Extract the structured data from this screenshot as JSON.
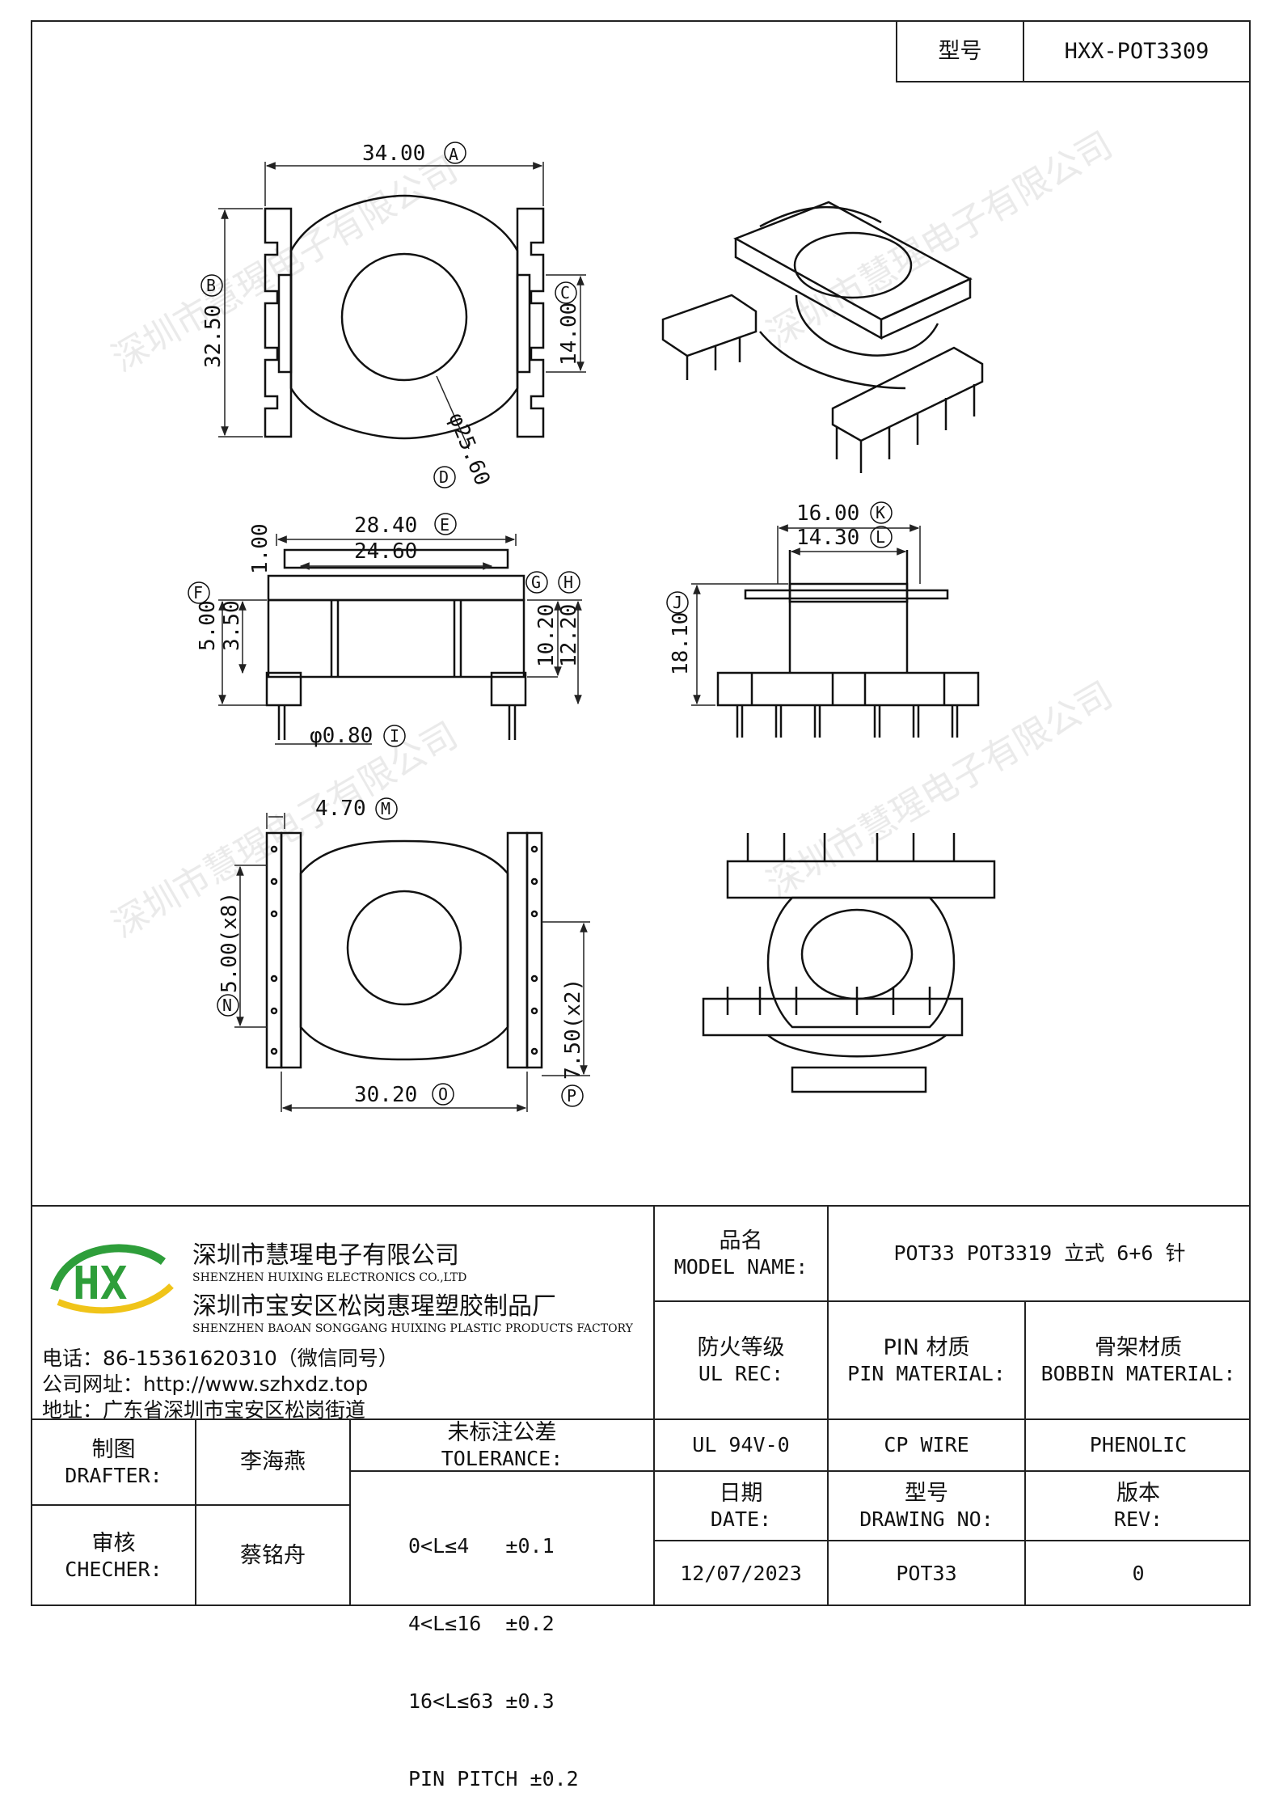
{
  "header": {
    "model_label": "型号",
    "model_value": "HXX-POT3309"
  },
  "watermark": "深圳市慧瑆电子有限公司",
  "dims": {
    "A": "34.00",
    "A_tag": "A",
    "B": "32.50",
    "B_tag": "B",
    "C": "14.00",
    "C_tag": "C",
    "D": "φ25.60",
    "D_tag": "D",
    "E": "28.40",
    "E_tag": "E",
    "inner_width": "24.60",
    "top_h": "1.00",
    "F": "5.00",
    "F_tag": "F",
    "h350": "3.50",
    "G_tag": "G",
    "H_tag": "H",
    "h1020": "10.20",
    "h1220": "12.20",
    "I": "φ0.80",
    "I_tag": "I",
    "K": "16.00",
    "K_tag": "K",
    "L": "14.30",
    "L_tag": "L",
    "J": "18.10",
    "J_tag": "J",
    "M": "4.70",
    "M_tag": "M",
    "N": "5.00(x8)",
    "N_tag": "N",
    "O": "30.20",
    "O_tag": "O",
    "P": "7.50(x2)",
    "P_tag": "P"
  },
  "company": {
    "logo_text": "HX",
    "name_cn": "深圳市慧瑆电子有限公司",
    "name_en": "SHENZHEN HUIXING ELECTRONICS CO.,LTD",
    "factory_cn": "深圳市宝安区松岗惠瑆塑胶制品厂",
    "factory_en": "SHENZHEN BAOAN SONGGANG HUIXING PLASTIC PRODUCTS FACTORY",
    "phone": "电话：86-15361620310（微信同号）",
    "website": "公司网址：http://www.szhxdz.top",
    "address": "地址：广东省深圳市宝安区松岗街道"
  },
  "titleblock": {
    "model_name_cn": "品名",
    "model_name_en": "MODEL NAME:",
    "model_name_value": "POT33 POT3319 立式 6+6 针",
    "ul_cn": "防火等级",
    "ul_en": "UL REC:",
    "pin_cn": "PIN 材质",
    "pin_en": "PIN MATERIAL:",
    "bobbin_cn": "骨架材质",
    "bobbin_en": "BOBBIN MATERIAL:",
    "ul_value": "UL 94V-0",
    "pin_value": "CP WIRE",
    "bobbin_value": "PHENOLIC",
    "drafter_cn": "制图",
    "drafter_en": "DRAFTER:",
    "drafter_value": "李海燕",
    "checker_cn": "审核",
    "checker_en": "CHECHER:",
    "checker_value": "蔡铭舟",
    "tolerance_cn": "未标注公差",
    "tolerance_en": "TOLERANCE:",
    "tolerances": [
      "0<L≤4   ±0.1",
      "4<L≤16  ±0.2",
      "16<L≤63 ±0.3",
      "PIN PITCH ±0.2"
    ],
    "date_cn": "日期",
    "date_en": "DATE:",
    "date_value": "12/07/2023",
    "drawing_cn": "型号",
    "drawing_en": "DRAWING NO:",
    "drawing_value": "POT33",
    "rev_cn": "版本",
    "rev_en": "REV:",
    "rev_value": "0"
  }
}
